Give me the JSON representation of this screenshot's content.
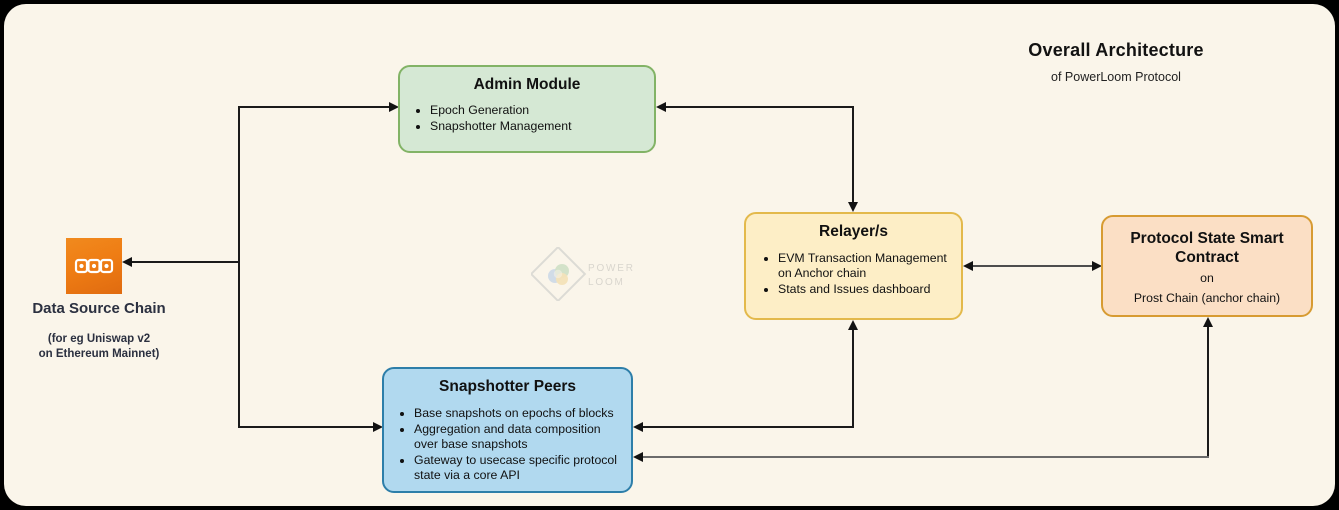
{
  "header": {
    "title": "Overall Architecture",
    "subtitle": "of PowerLoom Protocol"
  },
  "nodes": {
    "admin_module": {
      "title": "Admin Module",
      "items": [
        "Epoch Generation",
        "Snapshotter Management"
      ],
      "fill": "#d5e8d4",
      "border": "#82b366"
    },
    "relayers": {
      "title": "Relayer/s",
      "items": [
        "EVM Transaction Management on Anchor chain",
        "Stats and Issues dashboard"
      ],
      "fill": "#fdeec6",
      "border": "#e3b94b"
    },
    "protocol_state": {
      "title": "Protocol State Smart Contract",
      "sub_line1": "on",
      "sub_line2": "Prost Chain (anchor chain)",
      "fill": "#fbdfc5",
      "border": "#d79b32"
    },
    "snapshotter_peers": {
      "title": "Snapshotter Peers",
      "items": [
        "Base snapshots on epochs of blocks",
        "Aggregation and data composition over base snapshots",
        "Gateway to usecase specific protocol state via a core API"
      ],
      "fill": "#b1d9ef",
      "border": "#2d7ea9"
    },
    "data_source_chain": {
      "label": "Data Source Chain",
      "note_line1": "(for eg Uniswap v2",
      "note_line2": "on Ethereum Mainnet)",
      "icon": "blockchain-link-icon",
      "icon_color": "#ef7d14",
      "label_color": "#2b3040"
    }
  },
  "watermark": {
    "icon": "powerloom-logo-icon",
    "line1": "POWER",
    "line2": "LOOM"
  },
  "canvas": {
    "background": "#faf5ea",
    "border_color": "#000000",
    "arrow_color": "#121212"
  }
}
